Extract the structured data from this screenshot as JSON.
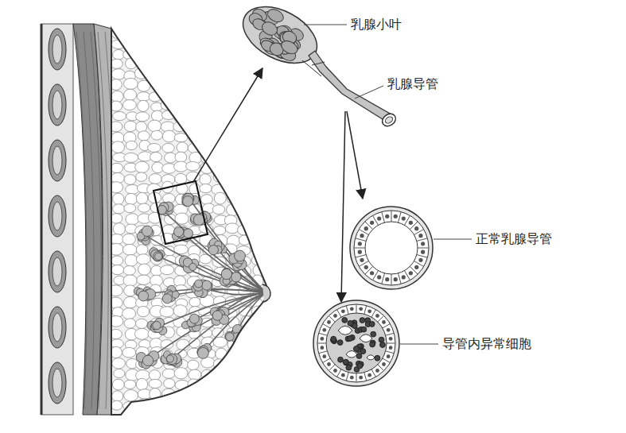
{
  "diagram": {
    "labels": [
      "乳腺小叶",
      "乳腺导管",
      "正常乳腺导管",
      "导管内异常细胞"
    ]
  }
}
